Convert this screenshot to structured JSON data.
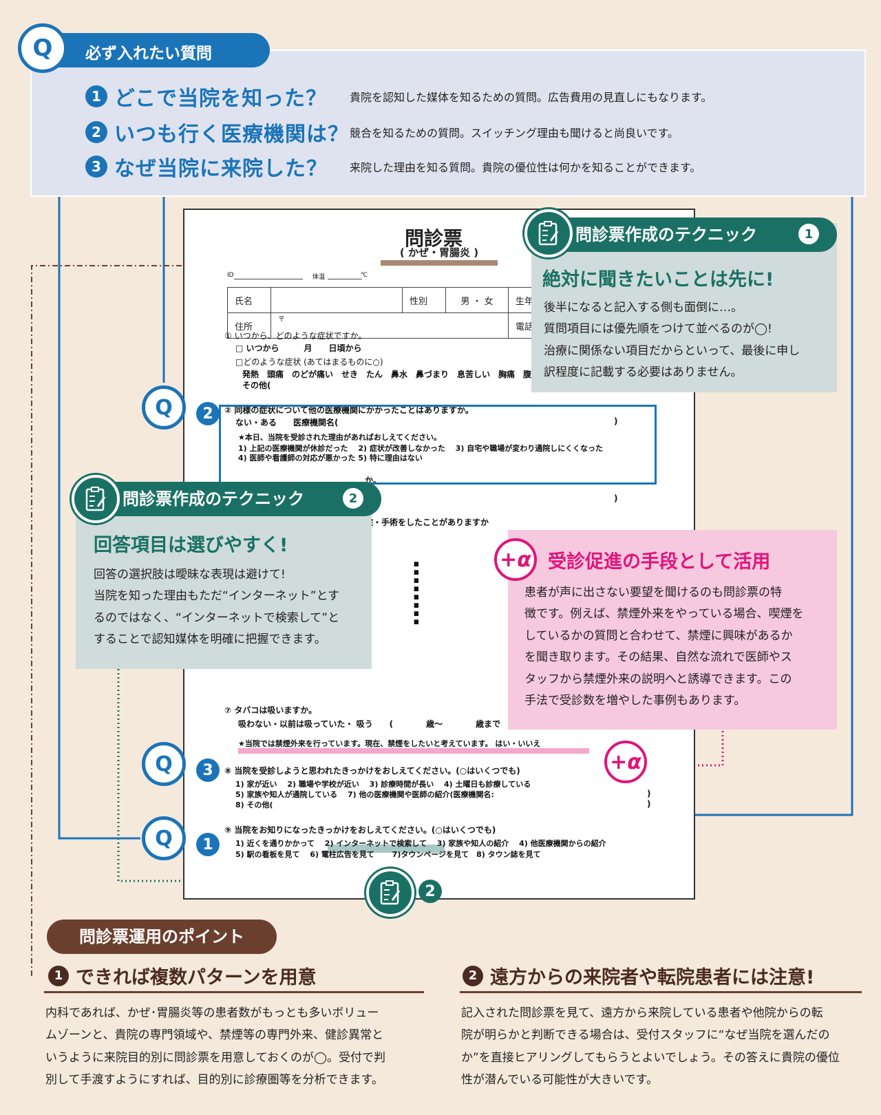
{
  "questions_panel": {
    "badge": "Q",
    "title": "必ず入れたい質問",
    "items": [
      {
        "num": "1",
        "question": "どこで当院を知った？",
        "desc": "貴院を認知した媒体を知るための質問。広告費用の見直しにもなります。"
      },
      {
        "num": "2",
        "question": "いつも行く医療機関は？",
        "desc": "競合を知るための質問。スイッチング理由も聞けると尚良いです。"
      },
      {
        "num": "3",
        "question": "なぜ当院に来院した？",
        "desc": "来院した理由を知る質問。貴院の優位性は何かを知ることができます。"
      }
    ]
  },
  "form": {
    "title": "問診票",
    "subtitle": "( かぜ・胃腸炎 )",
    "header_id": "ID",
    "header_temp": "体温",
    "header_temp_unit": "℃",
    "label_name": "氏名",
    "label_sex": "性別",
    "sex_options": "男 ・ 女",
    "label_birth": "生年",
    "label_address": "住所",
    "postal": "〒",
    "label_phone": "電話",
    "q1": "① いつから、どのような症状ですか。",
    "q1a": "□ いつから　　　月　　日頃から",
    "q1b": "□どのような症状 (あてはまるものに○)",
    "q1c": "発熱　頭痛　のどが痛い　せき　たん　鼻水　鼻づまり　息苦しい　胸痛　腹",
    "q1d": "その他(",
    "q2": "② 同様の症状について他の医療機関にかかったことはありますか。",
    "q2a": "ない・ある　　医療機関名(",
    "q2a_close": ")",
    "q2b": "★本日、当院を受診された理由があればおしえてください。",
    "q2c": "1) 上記の医療機関が休診だった　 2) 症状が改善しなかった　 3) 自宅や職場が変わり通院しにくくなった",
    "q2d": "4) 医師や看護師の対応が悪かった 5) 特に理由はない",
    "q3_tail": "か。",
    "q3_close": ")",
    "q4_partial": "院・手術をしたことがありますか",
    "q7": "⑦ タバコは吸いますか。",
    "q7a": "吸わない・以前は吸っていた・ 吸う　　(　　　　歳〜　　　　歳まで",
    "q7b": "★当院では禁煙外来を行っています。現在、禁煙をしたいと考えています。 はい・いいえ",
    "q8": "⑧ 当院を受診しようと思われたきっかけをおしえてください。(○はいくつでも)",
    "q8a": "1) 家が近い　 2) 職場や学校が近い　 3) 診療時間が長い　 4) 土曜日も診療している",
    "q8b": "5) 家族や知人が通院している　 7) 他の医療機関や医師の紹介(医療機関名:",
    "q8c": "8) その他(",
    "q8_close": ")",
    "q9": "⑨ 当院をお知りになったきっかけをおしえてください。(○はいくつでも)",
    "q9a": "1) 近くを通りかかって　 2) インターネットで検索して　 3) 家族や知人の紹介　 4) 他医療機関からの紹介",
    "q9b": "5) 駅の看板を見て　 6) 電柱広告を見て　　 7)タウンページを見て　8) タウン誌を見て"
  },
  "technique1": {
    "head": "問診票作成のテクニック",
    "num": "1",
    "title": "絶対に聞きたいことは先に!",
    "lines": [
      "後半になると記入する側も面倒に…。",
      "質問項目には優先順をつけて並べるのが◯!",
      "治療に関係ない項目だからといって、最後に申し",
      "訳程度に記載する必要はありません。"
    ]
  },
  "technique2": {
    "head": "問診票作成のテクニック",
    "num": "2",
    "title": "回答項目は選びやすく!",
    "lines": [
      "回答の選択肢は曖昧な表現は避けて!",
      "当院を知った理由もただ“インターネット”とす",
      "るのではなく、“インターネットで検索して”と",
      "することで認知媒体を明確に把握できます。"
    ]
  },
  "alpha": {
    "badge": "+α",
    "title": "受診促進の手段として活用",
    "lines": [
      "患者が声に出さない要望を聞けるのも問診票の特",
      "徴です。例えば、禁煙外来をやっている場合、喫煙を",
      "しているかの質問と合わせて、禁煙に興味があるか",
      "を聞き取ります。その結果、自然な流れで医師やス",
      "タッフから禁煙外来の説明へと誘導できます。この",
      "手法で受診数を増やした事例もあります。"
    ]
  },
  "markers": {
    "q": "Q",
    "two": "2",
    "three": "3",
    "one": "1",
    "alpha": "+α",
    "dots": "⋮"
  },
  "points": {
    "head": "問診票運用のポイント",
    "p1_num": "1",
    "p1_title": "できれば複数パターンを用意",
    "p1_lines": [
      "内科であれば、かぜ･胃腸炎等の患者数がもっとも多いボリュー",
      "ムゾーンと、貴院の専門領域や、禁煙等の専門外来、健診異常と",
      "いうように来院目的別に問診票を用意しておくのが◯。受付で判",
      "別して手渡すようにすれば、目的別に診療圏等を分析できます。"
    ],
    "p2_num": "2",
    "p2_title": "遠方からの来院者や転院患者には注意!",
    "p2_lines": [
      "記入された問診票を見て、遠方から来院している患者や他院からの転",
      "院が明らかと判断できる場合は、受付スタッフに“なぜ当院を選んだの",
      "か”を直接ヒアリングしてもらうとよいでしょう。その答えに貴院の優位",
      "性が潜んでいる可能性が大きいです。"
    ]
  },
  "colors": {
    "blue": "#1b74b8",
    "teal": "#1a7064",
    "pink": "#e0147b",
    "brown": "#6b3f2e"
  }
}
